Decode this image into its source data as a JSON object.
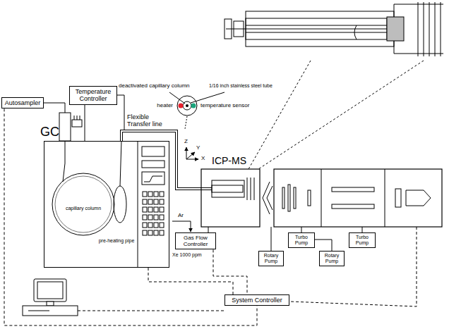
{
  "diagram": {
    "nodes": [
      {
        "text": [
          "Autosampler"
        ]
      },
      {
        "text": [
          "Temperature Controller"
        ]
      },
      {
        "text": [
          "GC"
        ]
      },
      {
        "text": [
          "ICP-MS"
        ]
      },
      {
        "text": [
          "Gas Flow Controller"
        ]
      },
      {
        "text": [
          "Rotary Pump"
        ]
      },
      {
        "text": [
          "Turbo Pump"
        ]
      },
      {
        "text": [
          "Rotary Pump"
        ]
      },
      {
        "text": [
          "Turbo Pump"
        ]
      },
      {
        "text": [
          "System Controller"
        ]
      }
    ],
    "edges": [
      {
        "from": 0,
        "to": 9,
        "arrow": "none"
      },
      {
        "from": 2,
        "to": 9,
        "arrow": "none"
      },
      {
        "from": 4,
        "to": 9,
        "arrow": "none"
      },
      {
        "from": 3,
        "to": 9,
        "arrow": "none"
      },
      {
        "from": 5,
        "to": 3,
        "arrow": "none"
      },
      {
        "from": 6,
        "to": 3,
        "arrow": "none"
      },
      {
        "from": 8,
        "to": 3,
        "arrow": "none"
      },
      {
        "from": 7,
        "to": 6,
        "arrow": "none"
      },
      {
        "from": 4,
        "to": 3,
        "arrow": "none"
      },
      {
        "from": 1,
        "to": 2,
        "arrow": "none"
      }
    ],
    "labels": [
      "Flexible Transfer line",
      "capillary column",
      "pre-heating pipe",
      "Ar",
      "Xe 1000 ppm",
      "deactivated capillary column",
      "heater",
      "1/16 inch stainless steel tube",
      "temperature sensor",
      "Z",
      "Y",
      "X"
    ]
  }
}
